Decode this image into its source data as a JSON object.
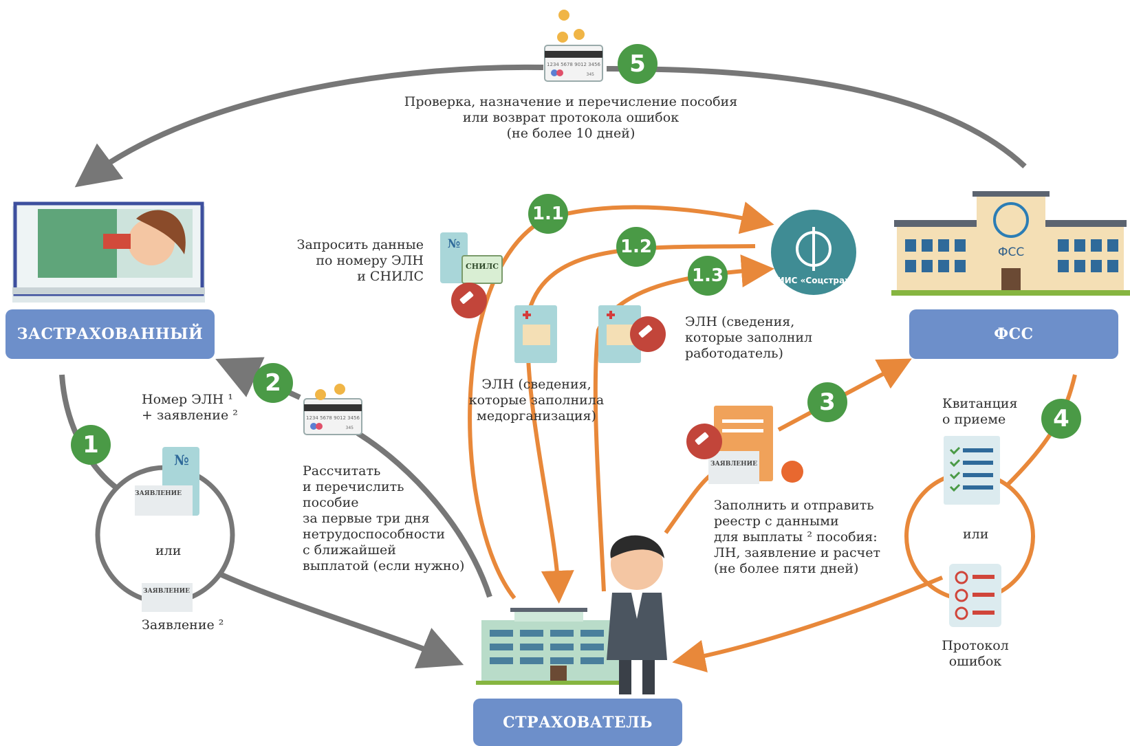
{
  "boxes": {
    "insured": "ЗАСТРАХОВАННЫЙ",
    "fss": "ФСС",
    "employer": "СТРАХОВАТЕЛЬ"
  },
  "steps": [
    "1",
    "1.1",
    "1.2",
    "1.3",
    "2",
    "3",
    "4",
    "5"
  ],
  "labels": {
    "step5": [
      "Проверка, назначение и перечисление пособия",
      "или возврат протокола ошибок",
      "(не более 10 дней)"
    ],
    "request": [
      "Запросить данные",
      "по номеру ЭЛН",
      "и СНИЛС"
    ],
    "eln_med": [
      "ЭЛН (сведения,",
      "которые заполнила",
      "медорганизация)"
    ],
    "eln_employer": [
      "ЭЛН (сведения,",
      "которые заполнил",
      "работодатель)"
    ],
    "eln_number": [
      "Номер ЭЛН ¹",
      "+ заявление ²"
    ],
    "or_left": "или",
    "application2": "Заявление ²",
    "calculate": [
      "Рассчитать",
      "и перечислить",
      "пособие",
      "за первые три дня",
      "нетрудоспособности",
      "с ближайшей",
      "выплатой (если нужно)"
    ],
    "fill_registry": [
      "Заполнить и отправить",
      "реестр с данными",
      "для выплаты ² пособия:",
      "ЛН, заявление и расчет",
      "(не более пяти дней)"
    ],
    "receipt": [
      "Квитанция",
      "о приеме"
    ],
    "or_right": "или",
    "protocol": [
      "Протокол",
      "ошибок"
    ]
  },
  "icons": {
    "eis_text": "ЕИИС «Соцстрах»",
    "fss_sign": "ФСС",
    "snils": "СНИЛС",
    "doc_number": "№",
    "zayavlenie": "ЗАЯВЛЕНИЕ",
    "card_number": "1234 5678 9012 3456",
    "card_cvc": "345"
  },
  "colors": {
    "box": "#6d8fca",
    "step": "#4a9a46",
    "orange_arrow": "#e8883a",
    "gray_arrow": "#777777",
    "eis": "#3f8c94"
  }
}
